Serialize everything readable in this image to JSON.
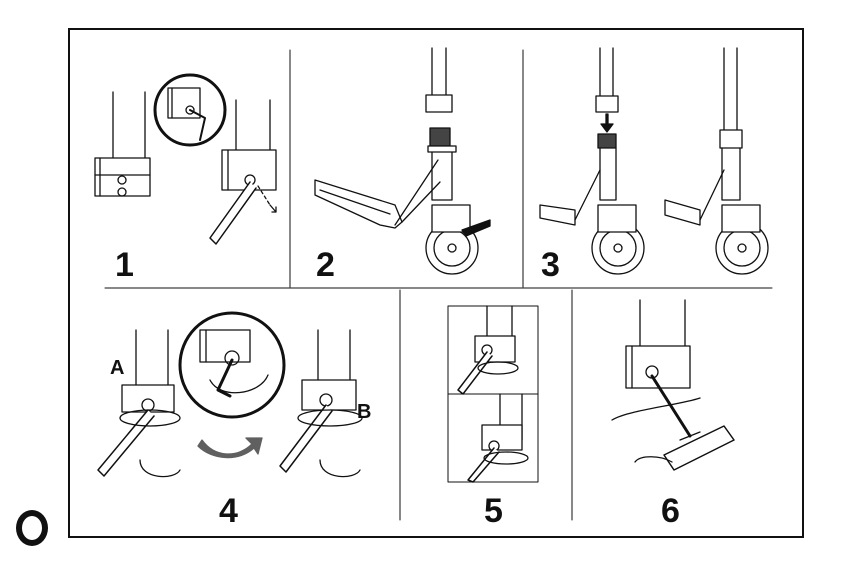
{
  "steps": [
    {
      "number": "1"
    },
    {
      "number": "2"
    },
    {
      "number": "3"
    },
    {
      "number": "4"
    },
    {
      "number": "5"
    },
    {
      "number": "6"
    }
  ],
  "callouts": {
    "a": "A",
    "b": "B"
  },
  "colors": {
    "line": "#111111",
    "arrow_gray": "#606060",
    "grip": "#222222"
  },
  "icons": {
    "corner_mark": "ring-icon",
    "rotate_arrow": "curved-arrow-icon"
  }
}
